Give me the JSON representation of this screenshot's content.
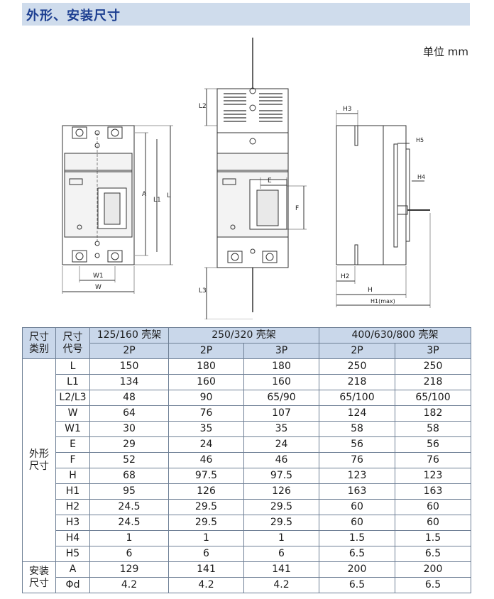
{
  "header": {
    "title": "外形、安装尺寸"
  },
  "unit": "单位 mm",
  "drawing": {
    "front_labels": {
      "A": "A",
      "L1": "L1",
      "L": "L",
      "W1": "W1",
      "W": "W"
    },
    "top_labels": {
      "L2": "L2",
      "L3": "L3",
      "E": "E",
      "F": "F"
    },
    "side_labels": {
      "H3": "H3",
      "H5": "H5",
      "H4": "H4",
      "H2": "H2",
      "H": "H",
      "H1": "H1(max)"
    }
  },
  "table": {
    "head": {
      "col1_line1": "尺寸",
      "col1_line2": "类别",
      "col2_line1": "尺寸",
      "col2_line2": "代号",
      "frame1": "125/160 壳架",
      "frame2": "250/320 壳架",
      "frame3": "400/630/800 壳架",
      "p1": "2P",
      "p2": "2P",
      "p3": "3P",
      "p4": "2P",
      "p5": "3P"
    },
    "groups": {
      "outline_line1": "外形",
      "outline_line2": "尺寸",
      "install_line1": "安装",
      "install_line2": "尺寸"
    },
    "rows": [
      {
        "code": "L",
        "values": [
          "150",
          "180",
          "180",
          "250",
          "250"
        ]
      },
      {
        "code": "L1",
        "values": [
          "134",
          "160",
          "160",
          "218",
          "218"
        ]
      },
      {
        "code": "L2/L3",
        "values": [
          "48",
          "90",
          "65/90",
          "65/100",
          "65/100"
        ]
      },
      {
        "code": "W",
        "values": [
          "64",
          "76",
          "107",
          "124",
          "182"
        ]
      },
      {
        "code": "W1",
        "values": [
          "30",
          "35",
          "35",
          "58",
          "58"
        ]
      },
      {
        "code": "E",
        "values": [
          "29",
          "24",
          "24",
          "56",
          "56"
        ]
      },
      {
        "code": "F",
        "values": [
          "52",
          "46",
          "46",
          "76",
          "76"
        ]
      },
      {
        "code": "H",
        "values": [
          "68",
          "97.5",
          "97.5",
          "123",
          "123"
        ]
      },
      {
        "code": "H1",
        "values": [
          "95",
          "126",
          "126",
          "163",
          "163"
        ]
      },
      {
        "code": "H2",
        "values": [
          "24.5",
          "29.5",
          "29.5",
          "60",
          "60"
        ]
      },
      {
        "code": "H3",
        "values": [
          "24.5",
          "29.5",
          "29.5",
          "60",
          "60"
        ]
      },
      {
        "code": "H4",
        "values": [
          "1",
          "1",
          "1",
          "1.5",
          "1.5"
        ]
      },
      {
        "code": "H5",
        "values": [
          "6",
          "6",
          "6",
          "6.5",
          "6.5"
        ]
      },
      {
        "code": "A",
        "values": [
          "129",
          "141",
          "141",
          "200",
          "200"
        ]
      },
      {
        "code": "Φd",
        "values": [
          "4.2",
          "4.2",
          "4.2",
          "6.5",
          "6.5"
        ]
      }
    ]
  }
}
